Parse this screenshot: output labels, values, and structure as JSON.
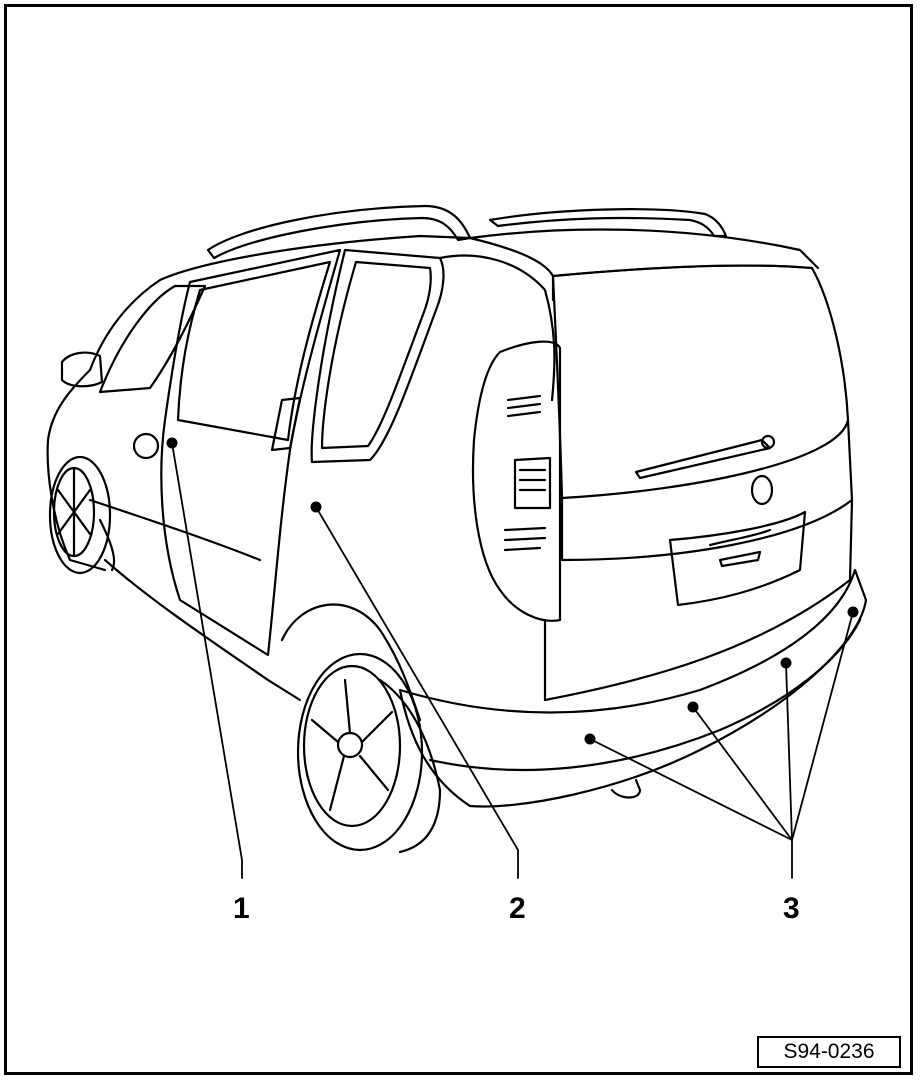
{
  "callouts": [
    {
      "number": "1"
    },
    {
      "number": "2"
    },
    {
      "number": "3"
    }
  ],
  "figure_id": "S94-0236"
}
